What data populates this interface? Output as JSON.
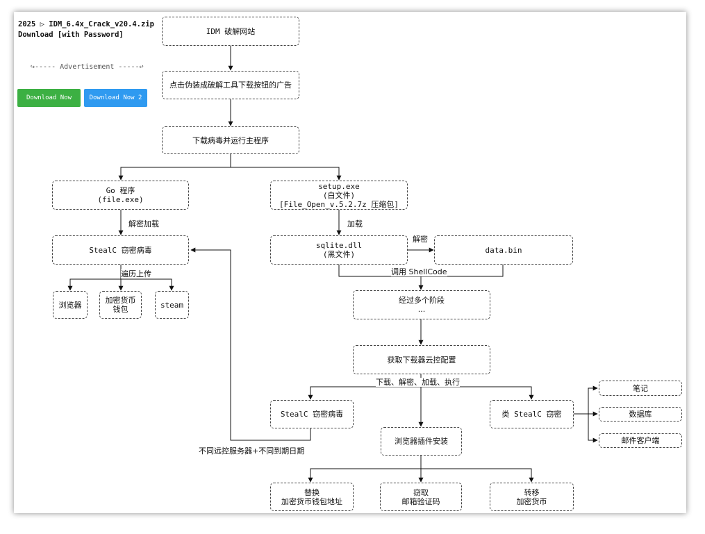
{
  "ad": {
    "title_line1": "2025 ▷ IDM_6.4x_Crack_v20.4.zip",
    "title_line2": "Download [with Password]",
    "advert_line": "↪----- Advertisement -----↩",
    "btn1": {
      "label": "Download Now",
      "color": "#3cb043"
    },
    "btn2": {
      "label": "Download Now 2",
      "color": "#2f9af0"
    }
  },
  "nodes": {
    "idm_site": {
      "lines": [
        "IDM 破解网站"
      ]
    },
    "click_ad": {
      "lines": [
        "点击伪装成破解工具下载按钮的广告"
      ]
    },
    "download_run": {
      "lines": [
        "下载病毒并运行主程序"
      ]
    },
    "go_program": {
      "lines": [
        "Go 程序",
        "(file.exe)"
      ]
    },
    "setup_exe": {
      "lines": [
        "setup.exe",
        "(白文件)",
        "[File_Open_v.5.2.7z 压缩包]"
      ]
    },
    "stealc_top": {
      "lines": [
        "StealC 窃密病毒"
      ]
    },
    "sqlite_dll": {
      "lines": [
        "sqlite.dll",
        "(黑文件)"
      ]
    },
    "data_bin": {
      "lines": [
        "data.bin"
      ]
    },
    "browser": {
      "lines": [
        "浏览器"
      ]
    },
    "crypto_wallet": {
      "lines": [
        "加密货币",
        "钱包"
      ]
    },
    "steam": {
      "lines": [
        "steam"
      ]
    },
    "multi_stage": {
      "lines": [
        "经过多个阶段",
        "..."
      ]
    },
    "fetch_config": {
      "lines": [
        "获取下载器云控配置"
      ]
    },
    "stealc_bottom": {
      "lines": [
        "StealC 窃密病毒"
      ]
    },
    "stealc_like": {
      "lines": [
        "类 StealC 窃密"
      ]
    },
    "browser_plugin": {
      "lines": [
        "浏览器插件安装"
      ]
    },
    "notes": {
      "lines": [
        "笔记"
      ]
    },
    "database": {
      "lines": [
        "数据库"
      ]
    },
    "mail_client": {
      "lines": [
        "邮件客户端"
      ]
    },
    "replace_addr": {
      "lines": [
        "替换",
        "加密货币钱包地址"
      ]
    },
    "steal_code": {
      "lines": [
        "窃取",
        "邮箱验证码"
      ]
    },
    "transfer": {
      "lines": [
        "转移",
        "加密货币"
      ]
    }
  },
  "edge_labels": {
    "decrypt_load": "解密加载",
    "load": "加载",
    "decrypt": "解密",
    "call_shellcode": "调用 ShellCode",
    "traverse_upload": "遍历上传",
    "dl_decrypt_load_exec": "下载、解密、加载、执行",
    "diff_servers": "不同远控服务器+不同到期日期"
  }
}
